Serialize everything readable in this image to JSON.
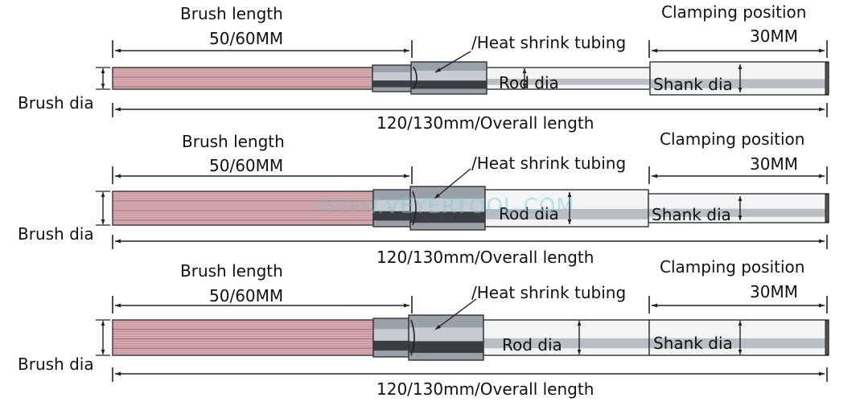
{
  "diagram": {
    "title": "Wire brush dimension diagram",
    "watermark": "WWW.VEYERTOOL.COM",
    "colors": {
      "bristle": "#d9aab0",
      "bristle_line": "#a67780",
      "sleeve_light": "#c6cbd1",
      "sleeve_mid": "#9aa0a8",
      "sleeve_dark": "#3a3d42",
      "rod_light": "#f2f4f6",
      "rod_band": "#b9bec4",
      "outline": "#333333",
      "text": "#111111"
    },
    "variants": [
      {
        "id": "short-shank",
        "labels": {
          "brush_length": "Brush length",
          "brush_length_value": "50/60MM",
          "heat_shrink": "/Heat shrink tubing",
          "clamping_position": "Clamping position",
          "clamping_value": "30MM",
          "rod_dia": "Rod dia",
          "shank_dia": "Shank dia",
          "brush_dia": "Brush dia",
          "overall_length": "120/130mm/Overall length"
        },
        "relative_diameters": {
          "brush": "small",
          "rod": "medium",
          "shank": "large"
        }
      },
      {
        "id": "thick-brush",
        "labels": {
          "brush_length": "Brush length",
          "brush_length_value": "50/60MM",
          "heat_shrink": "/Heat shrink tubing",
          "clamping_position": "Clamping position",
          "clamping_value": "30MM",
          "rod_dia": "Rod dia",
          "shank_dia": "Shank dia",
          "brush_dia": "Brush dia",
          "overall_length": "120/130mm/Overall length"
        },
        "relative_diameters": {
          "brush": "large",
          "rod": "large",
          "shank": "medium"
        }
      },
      {
        "id": "equal-shank",
        "labels": {
          "brush_length": "Brush length",
          "brush_length_value": "50/60MM",
          "heat_shrink": "/Heat shrink tubing",
          "clamping_position": "Clamping position",
          "clamping_value": "30MM",
          "rod_dia": "Rod dia",
          "shank_dia": "Shank dia",
          "brush_dia": "Brush dia",
          "overall_length": "120/130mm/Overall length"
        },
        "relative_diameters": {
          "brush": "large",
          "rod": "large",
          "shank": "large"
        }
      }
    ]
  }
}
